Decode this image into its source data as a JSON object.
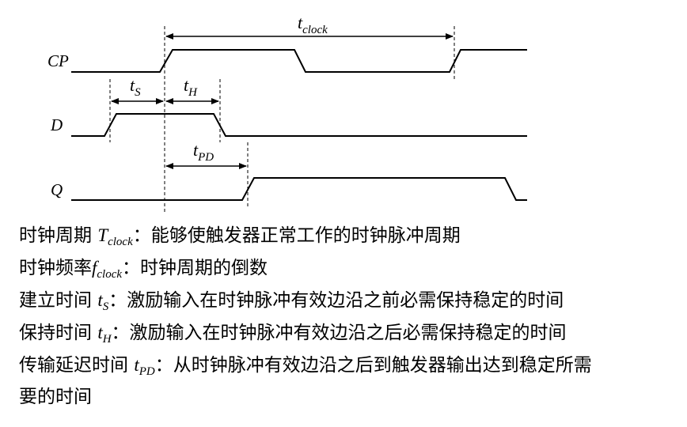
{
  "signals": {
    "cp": "CP",
    "d": "D",
    "q": "Q"
  },
  "timing": {
    "clock": {
      "main": "t",
      "sub": "clock"
    },
    "setup": {
      "main": "t",
      "sub": "S"
    },
    "hold": {
      "main": "t",
      "sub": "H"
    },
    "prop": {
      "main": "t",
      "sub": "PD"
    }
  },
  "definitions": [
    {
      "pre": "时钟周期 ",
      "sym_main": "T",
      "sym_sub": "clock",
      "post": "：能够使触发器正常工作的时钟脉冲周期"
    },
    {
      "pre": "时钟频率",
      "sym_main": "f",
      "sym_sub": "clock",
      "post": "：时钟周期的倒数"
    },
    {
      "pre": "建立时间 ",
      "sym_main": "t",
      "sym_sub": "S",
      "post": "：激励输入在时钟脉冲有效边沿之前必需保持稳定的时间"
    },
    {
      "pre": "保持时间 ",
      "sym_main": "t",
      "sym_sub": "H",
      "post": "：激励输入在时钟脉冲有效边沿之后必需保持稳定的时间"
    },
    {
      "pre": "传输延迟时间 ",
      "sym_main": "t",
      "sym_sub": "PD",
      "post": "：从时钟脉冲有效边沿之后到触发器输出达到稳定所需"
    },
    {
      "pre": "要的时间",
      "sym_main": "",
      "sym_sub": "",
      "post": ""
    }
  ]
}
